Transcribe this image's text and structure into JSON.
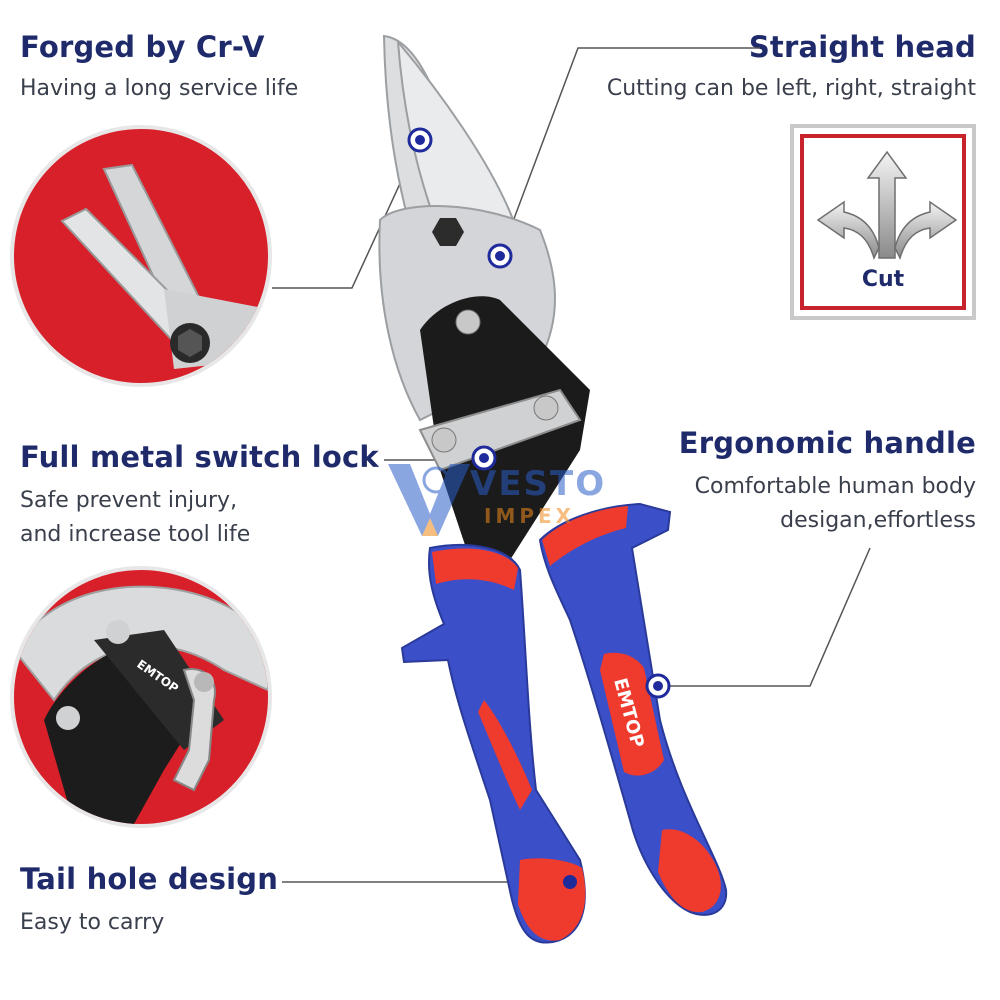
{
  "features": {
    "forged": {
      "title": "Forged by Cr-V",
      "desc": "Having a long service life"
    },
    "lock": {
      "title": "Full metal switch lock",
      "desc": "Safe prevent injury,\nand increase tool life"
    },
    "tail": {
      "title": "Tail hole design",
      "desc": "Easy to carry"
    },
    "head": {
      "title": "Straight head",
      "desc": "Cutting can be left, right, straight"
    },
    "handle": {
      "title": "Ergonomic handle",
      "desc": "Comfortable human body desigan,effortless"
    }
  },
  "badge": {
    "label": "Cut",
    "icon": "three-way-arrow-icon"
  },
  "brand": {
    "handle_logo": "EMTOP",
    "closeup_logo": "EMTOP"
  },
  "watermark": {
    "line1": "VESTO",
    "line2": "IMPEX"
  },
  "colors": {
    "heading": "#1f2a6b",
    "accent_red": "#d8202a",
    "handle_blue": "#3b4fc8",
    "handle_red": "#ef3a2e",
    "blade_silver": "#d9dbdd",
    "body_black": "#1b1b1b",
    "marker": "#1f2a9b"
  }
}
